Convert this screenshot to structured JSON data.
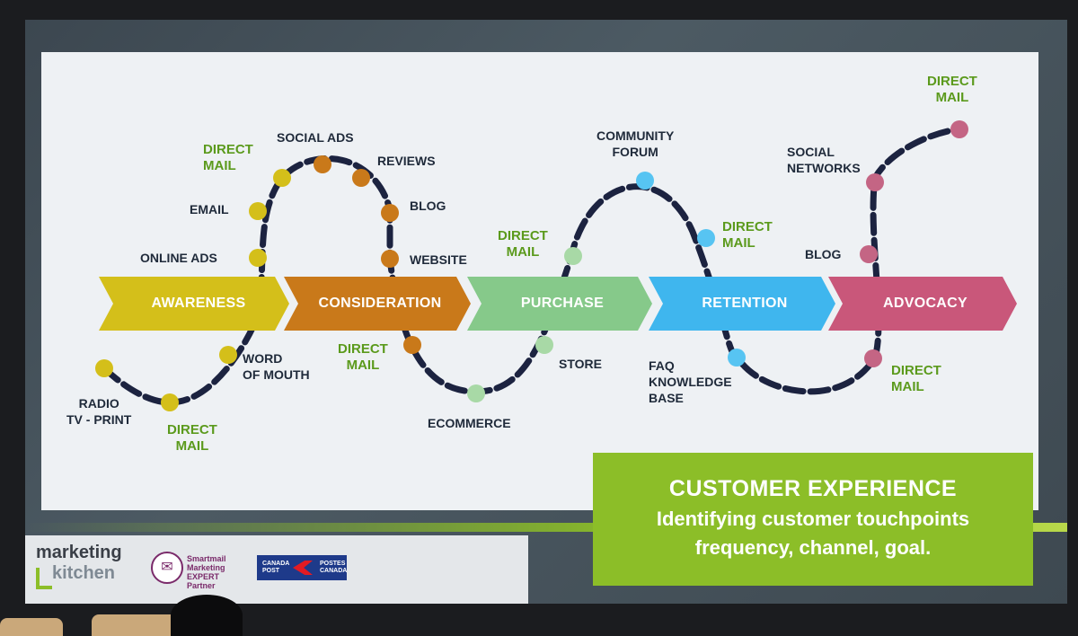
{
  "stages": [
    {
      "id": "awareness",
      "label": "AWARENESS",
      "color": "#d4bf1a"
    },
    {
      "id": "consideration",
      "label": "CONSIDERATION",
      "color": "#c9791a"
    },
    {
      "id": "purchase",
      "label": "PURCHASE",
      "color": "#86c98a"
    },
    {
      "id": "retention",
      "label": "RETENTION",
      "color": "#3fb6ee"
    },
    {
      "id": "advocacy",
      "label": "ADVOCACY",
      "color": "#c9577a"
    }
  ],
  "touchpoints": {
    "radio": "RADIO\nTV - PRINT",
    "direct_mail_1": "DIRECT\nMAIL",
    "word_of_mouth": "WORD\nOF MOUTH",
    "online_ads": "ONLINE ADS",
    "email": "EMAIL",
    "direct_mail_2": "DIRECT\nMAIL",
    "social_ads": "SOCIAL ADS",
    "reviews": "REVIEWS",
    "blog_1": "BLOG",
    "website": "WEBSITE",
    "direct_mail_3": "DIRECT\nMAIL",
    "ecommerce": "ECOMMERCE",
    "store": "STORE",
    "direct_mail_4": "DIRECT\nMAIL",
    "community_forum": "COMMUNITY\nFORUM",
    "direct_mail_5": "DIRECT\nMAIL",
    "faq": "FAQ\nKNOWLEDGE\nBASE",
    "social_networks": "SOCIAL\nNETWORKS",
    "blog_2": "BLOG",
    "direct_mail_6": "DIRECT\nMAIL",
    "direct_mail_7": "DIRECT\nMAIL"
  },
  "customer_experience": {
    "title": "CUSTOMER EXPERIENCE",
    "line1": "Identifying customer touchpoints",
    "line2": "frequency, channel, goal."
  },
  "footer": {
    "logo_top": "marketing",
    "logo_bottom": "kitchen",
    "partner_line1": "Smartmail Marketing",
    "partner_line2": "EXPERT Partner",
    "cpost_en1": "CANADA",
    "cpost_en2": "POST",
    "cpost_fr1": "POSTES",
    "cpost_fr2": "CANADA"
  },
  "colors": {
    "path": "#1c2340",
    "awareness_dot": "#d4bf1a",
    "consideration_dot": "#c9791a",
    "purchase_dot": "#a8d9a6",
    "retention_dot": "#57c4f2",
    "advocacy_dot": "#c46584",
    "green_accent": "#8cbe28"
  }
}
